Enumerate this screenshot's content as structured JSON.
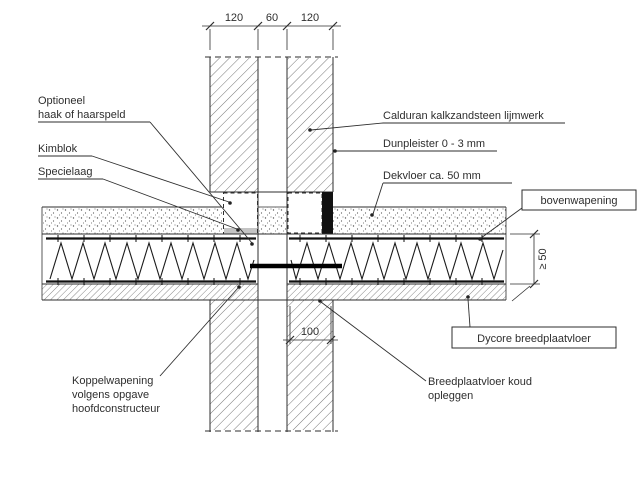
{
  "labels": {
    "optioneel": {
      "line1": "Optioneel",
      "line2": "haak of haarspeld"
    },
    "kimblok": "Kimblok",
    "specielaag": "Specielaag",
    "koppelwapening": {
      "line1": "Koppelwapening",
      "line2": "volgens opgave",
      "line3": "hoofdconstructeur"
    },
    "calduran": "Calduran kalkzandsteen lijmwerk",
    "dunpleister": "Dunpleister 0 - 3 mm",
    "dekvloer": "Dekvloer ca. 50 mm",
    "bovenwapening": "bovenwapening",
    "dycore": "Dycore breedplaatvloer",
    "breedplaatvloer": {
      "line1": "Breedplaatvloer koud",
      "line2": "opleggen"
    }
  },
  "dimensions": {
    "wall_left_leaf": "120",
    "wall_cavity": "60",
    "wall_right_leaf": "120",
    "bearing_length": "100",
    "min_thickness": "≥ 50"
  },
  "colors": {
    "line": "#2e2e2e",
    "background": "#ffffff"
  }
}
